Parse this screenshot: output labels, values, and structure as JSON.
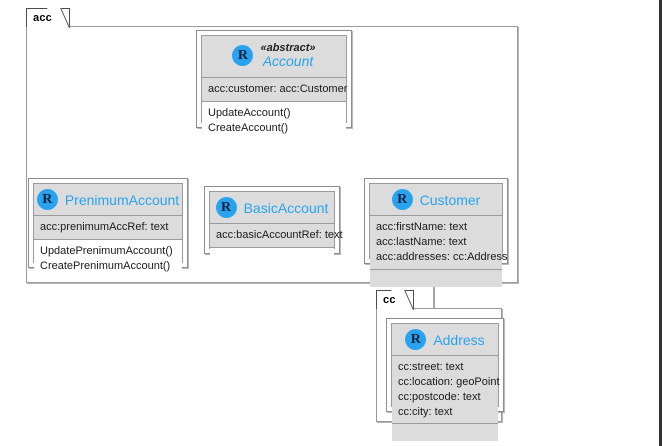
{
  "diagram": {
    "type": "uml-class-diagram",
    "packages": [
      {
        "id": "acc",
        "label": "acc"
      },
      {
        "id": "cc",
        "label": "cc"
      }
    ],
    "classes": [
      {
        "id": "account",
        "name": "Account",
        "stereotype": "«abstract»",
        "badge": "R",
        "is_abstract": true,
        "package": "acc",
        "attributes": [
          "acc:customer: acc:Customer"
        ],
        "operations": [
          "UpdateAccount()",
          "CreateAccount()"
        ]
      },
      {
        "id": "prenimum-account",
        "name": "PrenimumAccount",
        "stereotype": "",
        "badge": "R",
        "is_abstract": false,
        "package": "acc",
        "attributes": [
          "acc:prenimumAccRef: text"
        ],
        "operations": [
          "UpdatePrenimumAccount()",
          "CreatePrenimumAccount()"
        ]
      },
      {
        "id": "basic-account",
        "name": "BasicAccount",
        "stereotype": "",
        "badge": "R",
        "is_abstract": false,
        "package": "acc",
        "attributes": [
          "acc:basicAccountRef: text"
        ],
        "operations": []
      },
      {
        "id": "customer",
        "name": "Customer",
        "stereotype": "",
        "badge": "R",
        "is_abstract": false,
        "package": "acc",
        "attributes": [
          "acc:firstName: text",
          "acc:lastName: text",
          "acc:addresses: cc:Address"
        ],
        "operations": []
      },
      {
        "id": "address",
        "name": "Address",
        "stereotype": "",
        "badge": "R",
        "is_abstract": false,
        "package": "cc",
        "attributes": [
          "cc:street: text",
          "cc:location: geoPoint",
          "cc:postcode: text",
          "cc:city: text"
        ],
        "operations": []
      }
    ],
    "relationships": [
      {
        "id": "gen-prenimum",
        "kind": "generalization",
        "from": "prenimum-account",
        "to": "account"
      },
      {
        "id": "gen-basic",
        "kind": "generalization",
        "from": "basic-account",
        "to": "account"
      },
      {
        "id": "agg-account-customer",
        "kind": "aggregation",
        "from": "account",
        "to": "customer"
      },
      {
        "id": "agg-customer-address",
        "kind": "aggregation",
        "from": "customer",
        "to": "address"
      }
    ],
    "colors": {
      "class_name": "#29a3ef",
      "badge_fill": "#29a3ef",
      "header_fill": "#dcdcdc",
      "attribute_fill": "#dcdcdc",
      "operation_fill": "#ffffff",
      "border": "#9b9b9b",
      "package_border": "#4d4d4d"
    }
  }
}
